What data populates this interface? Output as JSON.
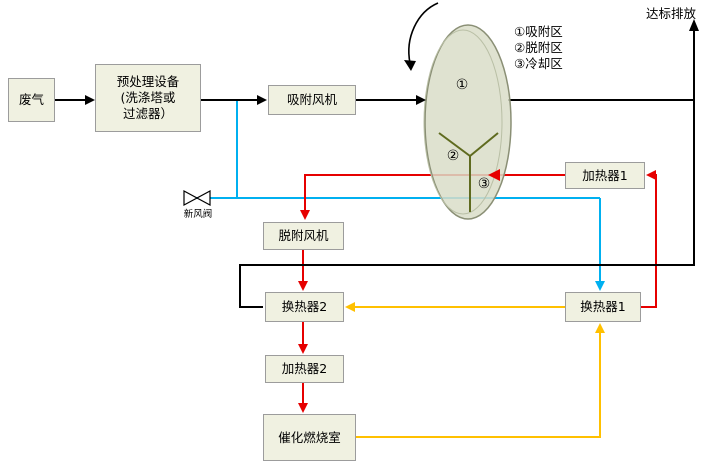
{
  "boxes": {
    "waste_gas": {
      "label": "废气"
    },
    "pretreatment": {
      "line1": "预处理设备",
      "line2": "(洗涤塔或",
      "line3": "过滤器）"
    },
    "adsorption_fan": {
      "label": "吸附风机"
    },
    "heater1": {
      "label": "加热器1"
    },
    "desorption_fan": {
      "label": "脱附风机"
    },
    "hx2": {
      "label": "换热器2"
    },
    "hx1": {
      "label": "换热器1"
    },
    "heater2": {
      "label": "加热器2"
    },
    "combustor": {
      "label": "催化燃烧室"
    }
  },
  "wheel": {
    "zone1": "①",
    "zone2": "②",
    "zone3": "③"
  },
  "legend": {
    "items": [
      "①吸附区",
      "②脱附区",
      "③冷却区"
    ]
  },
  "labels": {
    "discharge": "达标排放",
    "fresh_air_valve": "新风阀"
  },
  "colors": {
    "black": "#000000",
    "red": "#e60000",
    "cyan": "#00b0f0",
    "yellow": "#ffc000",
    "box_fill": "#f0f1e1",
    "box_border": "#9c9c9c",
    "wheel_fill": "#d9ddc8",
    "wheel_border": "#8a8f75",
    "wheel_rim": "#b9bfa5",
    "wheel_sector_line": "#5f6b1f"
  }
}
